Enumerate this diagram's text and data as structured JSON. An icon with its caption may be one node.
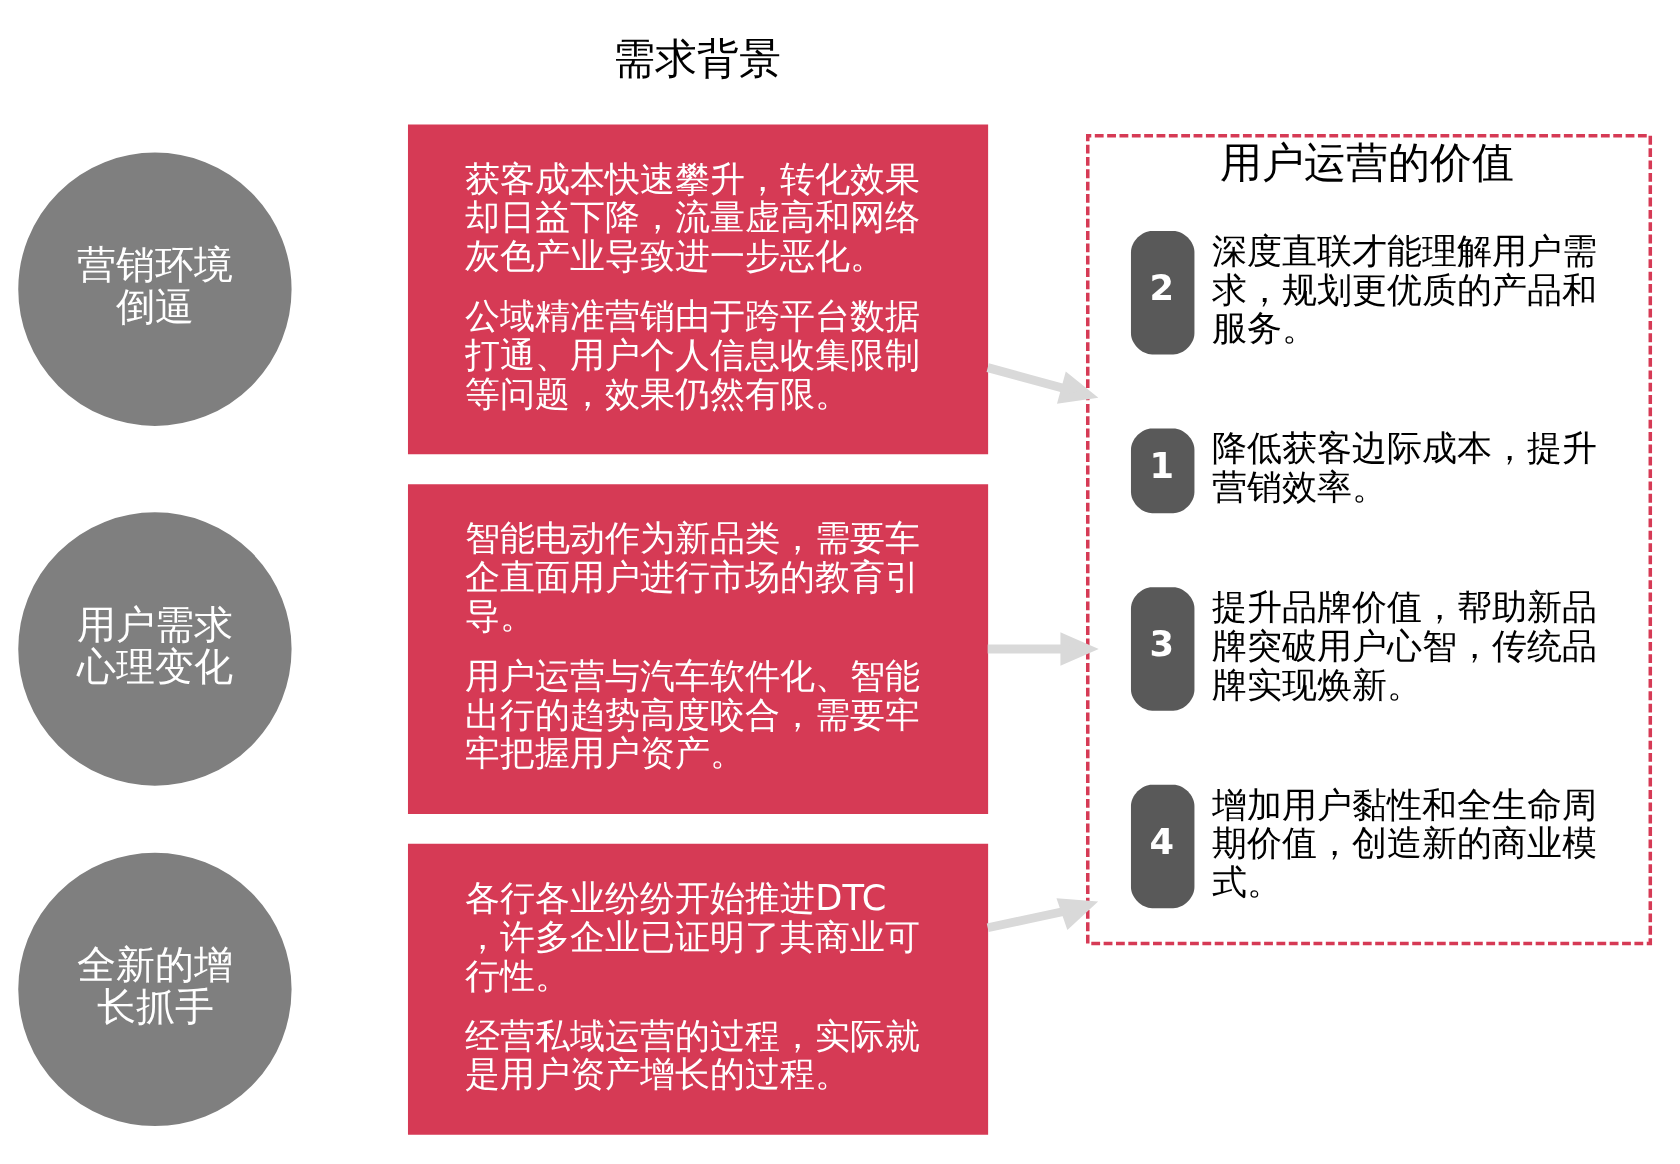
{
  "diagram": {
    "nodes": [
      {
        "text": [
          "营销环境倒逼"
        ]
      },
      {
        "text": [
          "获客成本快速攀升，转化效果却日益下降，流量虚高和网络灰色产业导致进一步恶化。",
          "公域精准营销由于跨平台数据打通、用户个人信息收集限制等问题，效果仍然有限。"
        ]
      },
      {
        "text": [
          "用户需求心理变化"
        ]
      },
      {
        "text": [
          "智能电动作为新品类，需要车企直面用户进行市场的教育引导。",
          "用户运营与汽车软件化、智能出行的趋势高度咬合，需要牢牢把握用户资产。"
        ]
      },
      {
        "text": [
          "全新的增长抓手"
        ]
      },
      {
        "text": [
          "各行各业纷纷开始推进DTC，许多企业已证明了其商业可行性。",
          "经营私域运营的过程，实际就是用户资产增长的过程。"
        ]
      },
      {
        "text": [
          "用户运营的价值"
        ]
      },
      {
        "text": [
          "1",
          "降低获客边际成本，提升营销效率。"
        ],
        "in": 6
      },
      {
        "text": [
          "2",
          "深度直联才能理解用户需求，规划更优质的产品和服务。"
        ],
        "in": 6
      },
      {
        "text": [
          "3",
          "提升品牌价值，帮助新品牌突破用户心智，传统品牌实现焕新。"
        ],
        "in": 6
      },
      {
        "text": [
          "4",
          "增加用户黏性和全生命周期价值，创造新的商业模式。"
        ],
        "in": 6
      }
    ],
    "edges": [
      {
        "from": 1,
        "to": 6,
        "arrow": "to",
        "color": "#d9d9d9"
      },
      {
        "from": 3,
        "to": 6,
        "arrow": "to",
        "color": "#d9d9d9"
      },
      {
        "from": 5,
        "to": 6,
        "arrow": "to",
        "color": "#d9d9d9"
      }
    ],
    "labels": [
      "需求背景"
    ]
  }
}
